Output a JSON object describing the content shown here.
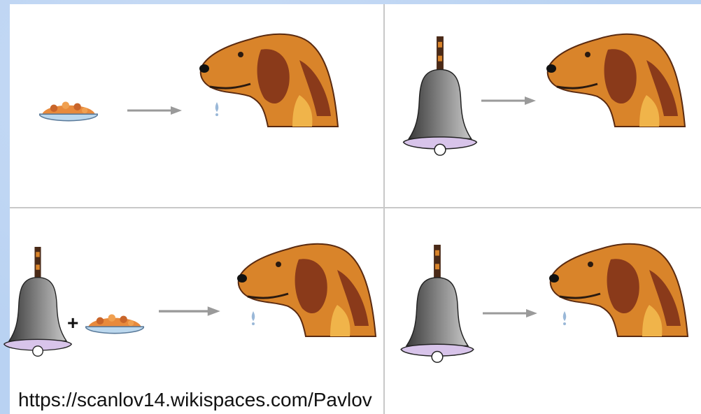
{
  "source": {
    "url": "https://scanlov14.wikispaces.com/Pavlov"
  },
  "panels": [
    {
      "stimulus": [
        "food"
      ],
      "response": "salivation"
    },
    {
      "stimulus": [
        "bell"
      ],
      "response": "no salivation"
    },
    {
      "stimulus": [
        "bell",
        "food"
      ],
      "response": "salivation"
    },
    {
      "stimulus": [
        "bell"
      ],
      "response": "salivation"
    }
  ],
  "colors": {
    "arrow": "#9a9a9a",
    "dog_fur": "#d9842a",
    "dog_dark": "#8a3a1a",
    "dog_light": "#f0b44a",
    "bell_metal": "#6b6b6b",
    "bell_rim": "#d8c4ea",
    "food": "#e88a3c",
    "bowl": "#bcd8ee"
  }
}
